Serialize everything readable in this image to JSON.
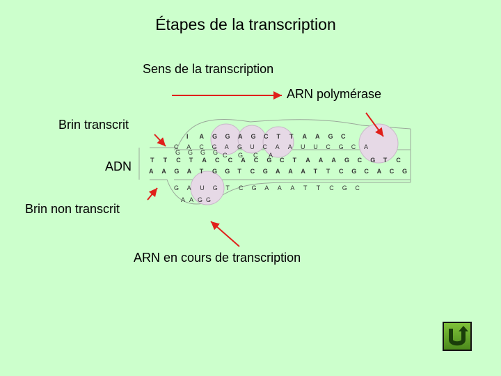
{
  "title": "Étapes de la transcription",
  "labels": {
    "direction": "Sens de la transcription",
    "polymerase": "ARN polymérase",
    "template_strand": "Brin transcrit",
    "dna": "ADN",
    "coding_strand": "Brin non transcrit",
    "rna": "ARN en cours de transcription"
  },
  "colors": {
    "background": "#ccffcc",
    "arrow": "#e0201a",
    "polymerase_fill": "#e6d9e6",
    "back_button": "#5a9e25"
  },
  "icons": {
    "back_button": "return-arrow-icon"
  },
  "sequences": {
    "template_row": [
      "T",
      "T",
      "C",
      "T",
      "A",
      "C",
      "C",
      "A",
      "C",
      "G",
      "C",
      "T",
      "A",
      "A",
      "A",
      "G",
      "C",
      "G",
      "T",
      "C"
    ],
    "dna_row": [
      "A",
      "A",
      "G",
      "A",
      "T",
      "G",
      "G",
      "T",
      "C",
      "G",
      "A",
      "A",
      "A",
      "T",
      "T",
      "C",
      "G",
      "C",
      "A",
      "C",
      "G"
    ],
    "rna_top": [
      "C",
      "A",
      "C",
      "G",
      "A",
      "G",
      "U",
      "C",
      "A",
      "A",
      "U",
      "U",
      "C",
      "G",
      "C",
      "A"
    ],
    "coding_row": [
      "G",
      "A",
      "U",
      "G",
      "T",
      "C",
      "G",
      "A",
      "A",
      "A",
      "T",
      "T",
      "C",
      "G",
      "C"
    ],
    "strand_letters_top": [
      "I",
      "A",
      "G",
      "G",
      "A",
      "G",
      "C",
      "T",
      "T",
      "A",
      "A",
      "G",
      "C"
    ],
    "misc": [
      "G",
      "G",
      "G",
      "G",
      "C",
      "G",
      "C",
      "A",
      "A",
      "A",
      "G",
      "G"
    ]
  }
}
